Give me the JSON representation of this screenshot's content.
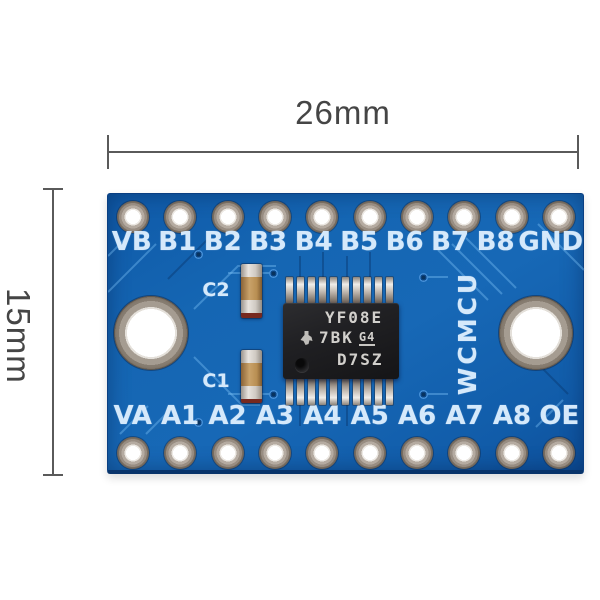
{
  "annotations": {
    "width_label": "26mm",
    "height_label": "15mm",
    "line_color": "#5a5a5a",
    "text_color": "#454545"
  },
  "board": {
    "pcb_color": "#1566b3",
    "silkscreen_color": "#d5e9fb",
    "top_labels": [
      "VB",
      "B1",
      "B2",
      "B3",
      "B4",
      "B5",
      "B6",
      "B7",
      "B8",
      "GND"
    ],
    "bottom_labels": [
      "VA",
      "A1",
      "A2",
      "A3",
      "A4",
      "A5",
      "A6",
      "A7",
      "A8",
      "OE"
    ],
    "brand_vertical": "WCMCU",
    "capacitors": {
      "upper_label": "C2",
      "lower_label": "C1"
    },
    "chip": {
      "marking_line1": "YF08E",
      "marking_line2": "7BK",
      "marking_line2_suffix": "G4",
      "marking_line3": "D7SZ",
      "logo": "texas-instruments-logo"
    }
  }
}
